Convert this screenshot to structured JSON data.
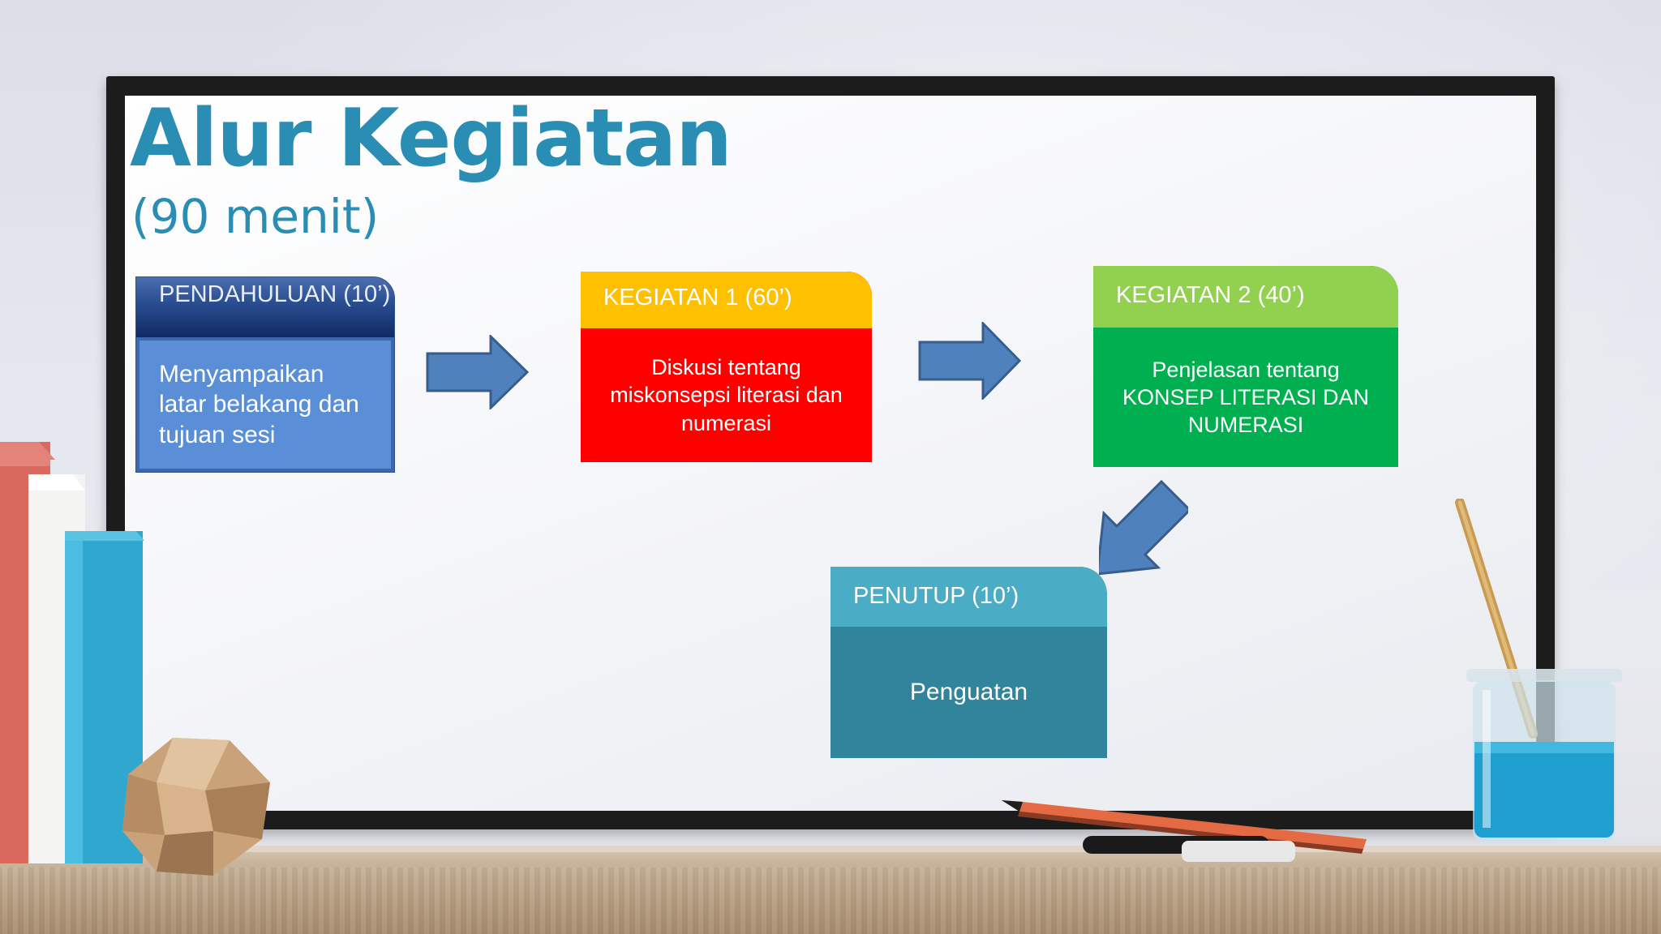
{
  "title": "Alur Kegiatan",
  "subtitle": "(90 menit)",
  "steps": [
    {
      "header": "PENDAHULUAN (10’)",
      "body": "Menyampaikan latar belakang dan tujuan sesi"
    },
    {
      "header": "KEGIATAN 1 (60’)",
      "body": "Diskusi tentang miskonsepsi literasi dan numerasi"
    },
    {
      "header": "KEGIATAN 2 (40’)",
      "body": "Penjelasan tentang KONSEP LITERASI DAN NUMERASI"
    },
    {
      "header": "PENUTUP (10’)",
      "body": "Penguatan"
    }
  ],
  "colors": {
    "title": "#2a8db3",
    "pendahuluan_body": "#5a8fd8",
    "kegiatan1_head": "#ffc000",
    "kegiatan1_body": "#ff0000",
    "kegiatan2_head": "#92d050",
    "kegiatan2_body": "#00b050",
    "penutup_head": "#4bacc6",
    "penutup_body": "#31849b",
    "arrow": "#4f81bd"
  }
}
